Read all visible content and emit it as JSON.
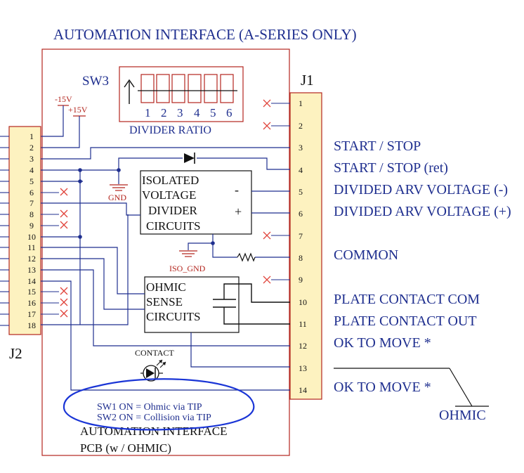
{
  "title": "AUTOMATION INTERFACE (A-SERIES ONLY)",
  "sw3": {
    "label": "SW3",
    "numbers": [
      "1",
      "2",
      "3",
      "4",
      "5",
      "6"
    ],
    "caption": "DIVIDER RATIO"
  },
  "supply": {
    "neg": "-15V",
    "pos": "+15V"
  },
  "j1": {
    "label": "J1",
    "pins": [
      "1",
      "2",
      "3",
      "4",
      "5",
      "6",
      "7",
      "8",
      "9",
      "10",
      "11",
      "12",
      "13",
      "14"
    ],
    "signals": [
      {
        "pin": "3",
        "text": "START / STOP"
      },
      {
        "pin": "4",
        "text": "START / STOP (ret)"
      },
      {
        "pin": "5",
        "text": "DIVIDED ARV VOLTAGE (-)"
      },
      {
        "pin": "6",
        "text": "DIVIDED ARV VOLTAGE (+)"
      },
      {
        "pin": "8",
        "text": "COMMON"
      },
      {
        "pin": "10",
        "text": "PLATE CONTACT COM"
      },
      {
        "pin": "11",
        "text": "PLATE CONTACT OUT"
      },
      {
        "pin": "12",
        "text": "OK TO MOVE  *"
      },
      {
        "pin": "14",
        "text": "OK TO MOVE  *"
      }
    ]
  },
  "j2": {
    "label": "J2",
    "pins": [
      "1",
      "2",
      "3",
      "4",
      "5",
      "6",
      "7",
      "8",
      "9",
      "10",
      "11",
      "12",
      "13",
      "14",
      "15",
      "16",
      "17",
      "18"
    ]
  },
  "isolated_block": {
    "lines": [
      "ISOLATED",
      "VOLTAGE",
      "DIVIDER",
      "CIRCUITS"
    ],
    "minus": "-",
    "plus": "+"
  },
  "ohmic_block": {
    "lines": [
      "OHMIC",
      "SENSE",
      "CIRCUITS"
    ]
  },
  "grounds": {
    "gnd": "GND",
    "iso_gnd": "ISO_GND"
  },
  "contact_label": "CONTACT",
  "ohmic_label": "OHMIC",
  "notes": [
    "SW1 ON = Ohmic via TIP",
    "SW2 ON = Collision via TIP"
  ],
  "pcb_label": [
    "AUTOMATION INTERFACE",
    "PCB  (w / OHMIC)"
  ],
  "colors": {
    "ink": "#1f2f8f",
    "pcb": "#b3261e",
    "connector": "#fdf2c0",
    "annotation": "#1a35d6"
  }
}
